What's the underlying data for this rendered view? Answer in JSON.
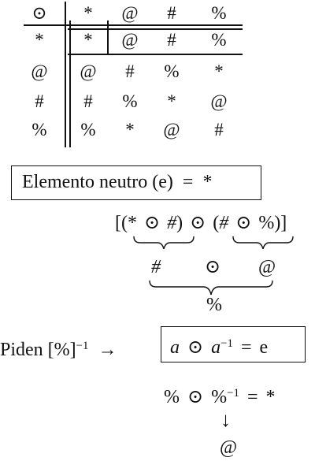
{
  "table": {
    "header": [
      "⊙",
      "*",
      "@",
      "#",
      "%"
    ],
    "rows": [
      [
        "*",
        "*",
        "@",
        "#",
        "%"
      ],
      [
        "@",
        "@",
        "#",
        "%",
        "*"
      ],
      [
        "#",
        "#",
        "%",
        "*",
        "@"
      ],
      [
        "%",
        "%",
        "*",
        "@",
        "#"
      ]
    ]
  },
  "neutral": {
    "label": "Elemento neutro (e)",
    "equals": "=",
    "value": "*"
  },
  "expression": {
    "open_outer": "[(",
    "a1": "*",
    "op": "⊙",
    "a2": "#",
    "close_inner": ")",
    "open_second": "(",
    "b1": "#",
    "b2": "%",
    "close_outer": ")]",
    "step1_left": "#",
    "step1_right": "@",
    "result": "%"
  },
  "inverse": {
    "prefix": "Piden [",
    "value": "%",
    "suffix": "]",
    "exponent": "−1",
    "arrow": "→",
    "formula_a": "a",
    "formula_eq": "=",
    "formula_e": "e"
  },
  "solution": {
    "lhs": "%",
    "rhs": "*",
    "down_arrow": "↓",
    "answer": "@"
  }
}
